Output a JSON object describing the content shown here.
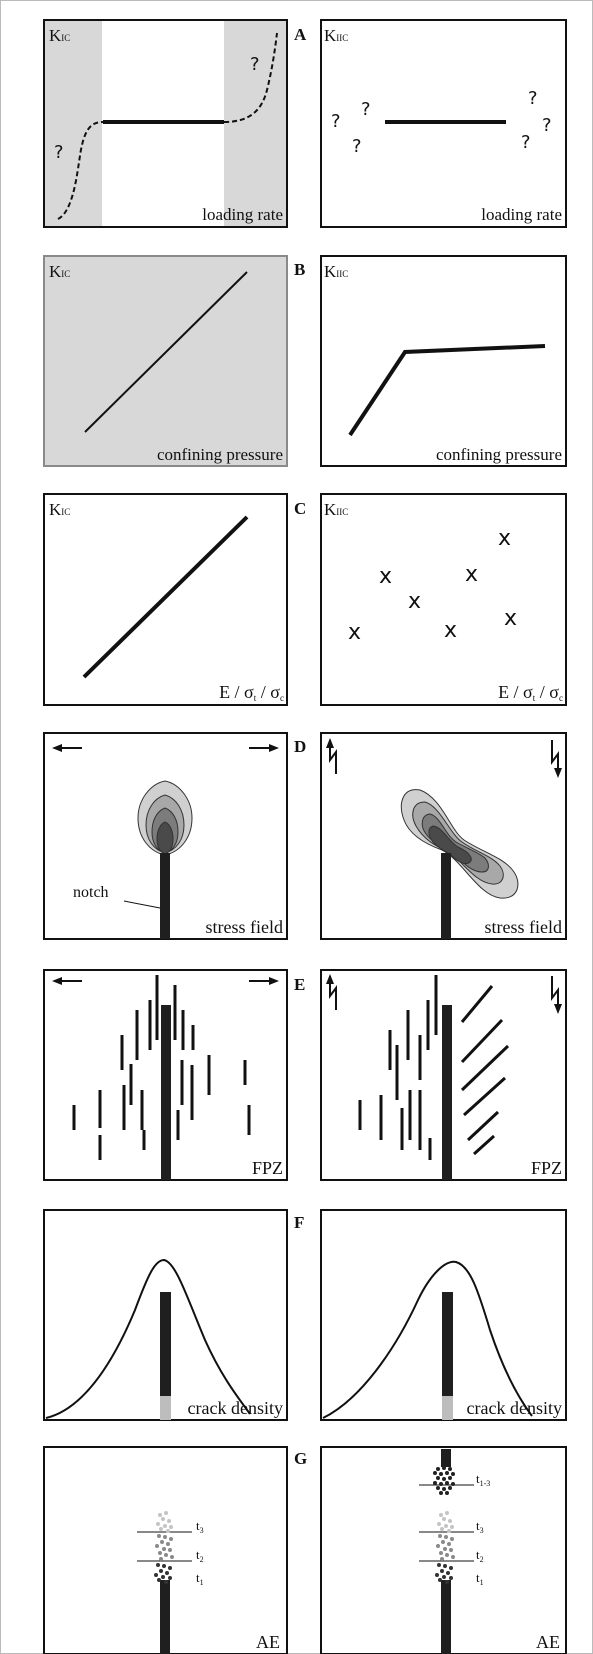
{
  "rows": [
    {
      "letter": "A",
      "left": {
        "y_label": "K",
        "y_sub": "IC",
        "x_label": "loading rate"
      },
      "right": {
        "y_label": "K",
        "y_sub": "IIC",
        "x_label": "loading rate"
      },
      "marks": {
        "question": "?"
      }
    },
    {
      "letter": "B",
      "left": {
        "y_label": "K",
        "y_sub": "IC",
        "x_label": "confining pressure"
      },
      "right": {
        "y_label": "K",
        "y_sub": "IIC",
        "x_label": "confining pressure"
      }
    },
    {
      "letter": "C",
      "left": {
        "y_label": "K",
        "y_sub": "IC",
        "x_label_parts": [
          "E / σ",
          "t",
          " / σ",
          "c"
        ]
      },
      "right": {
        "y_label": "K",
        "y_sub": "IIC",
        "x_label_parts": [
          "E / σ",
          "t",
          " / σ",
          "c"
        ]
      },
      "marks": {
        "cross": "x"
      }
    },
    {
      "letter": "D",
      "left": {
        "x_label": "stress field",
        "notch_label": "notch"
      },
      "right": {
        "x_label": "stress field"
      }
    },
    {
      "letter": "E",
      "left": {
        "x_label": "FPZ"
      },
      "right": {
        "x_label": "FPZ"
      }
    },
    {
      "letter": "F",
      "left": {
        "x_label": "crack density"
      },
      "right": {
        "x_label": "crack density"
      }
    },
    {
      "letter": "G",
      "left": {
        "x_label": "AE",
        "time_labels": [
          {
            "t": "t",
            "sub": "3"
          },
          {
            "t": "t",
            "sub": "2"
          },
          {
            "t": "t",
            "sub": "1"
          }
        ]
      },
      "right": {
        "x_label": "AE",
        "time_labels": [
          {
            "t": "t",
            "sub": "1-3"
          },
          {
            "t": "t",
            "sub": "3"
          },
          {
            "t": "t",
            "sub": "2"
          },
          {
            "t": "t",
            "sub": "1"
          }
        ]
      }
    }
  ]
}
